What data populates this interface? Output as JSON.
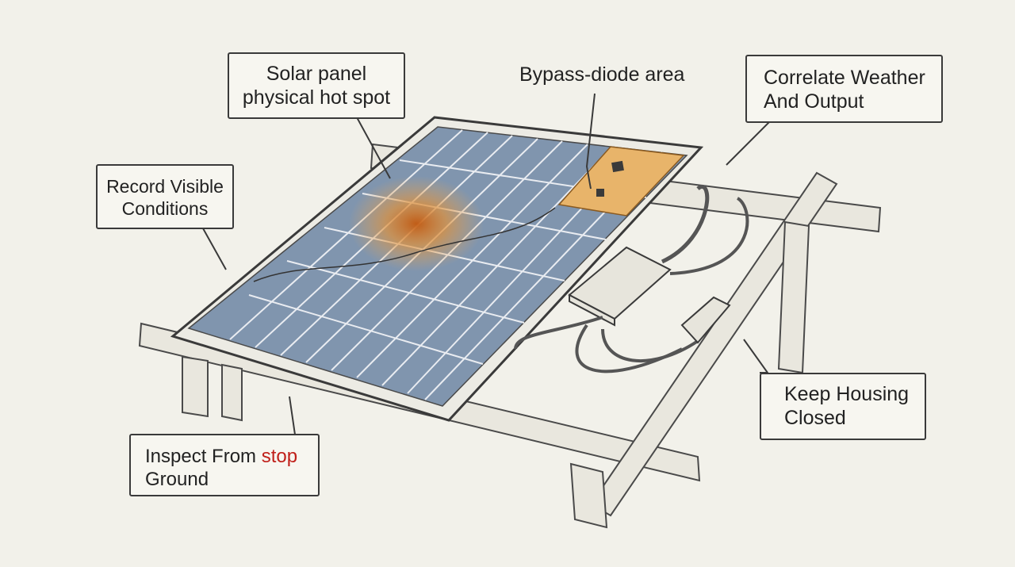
{
  "labels": {
    "hot_spot": [
      "Solar panel",
      "physical hot spot"
    ],
    "bypass_diode": "Bypass-diode area",
    "weather": [
      "Correlate Weather",
      "And Output"
    ],
    "record": [
      "Record Visible",
      "Conditions"
    ],
    "housing": [
      "Keep Housing",
      "Closed"
    ],
    "inspect": {
      "line1": "Inspect From",
      "line1_highlight": "stop",
      "line2": "Ground"
    }
  },
  "colors": {
    "background": "#f2f1ea",
    "cell": "#7f93ad",
    "hot_spot": "#d9822b",
    "bypass_area": "#e8b46a",
    "highlight_text": "#c0201a"
  }
}
